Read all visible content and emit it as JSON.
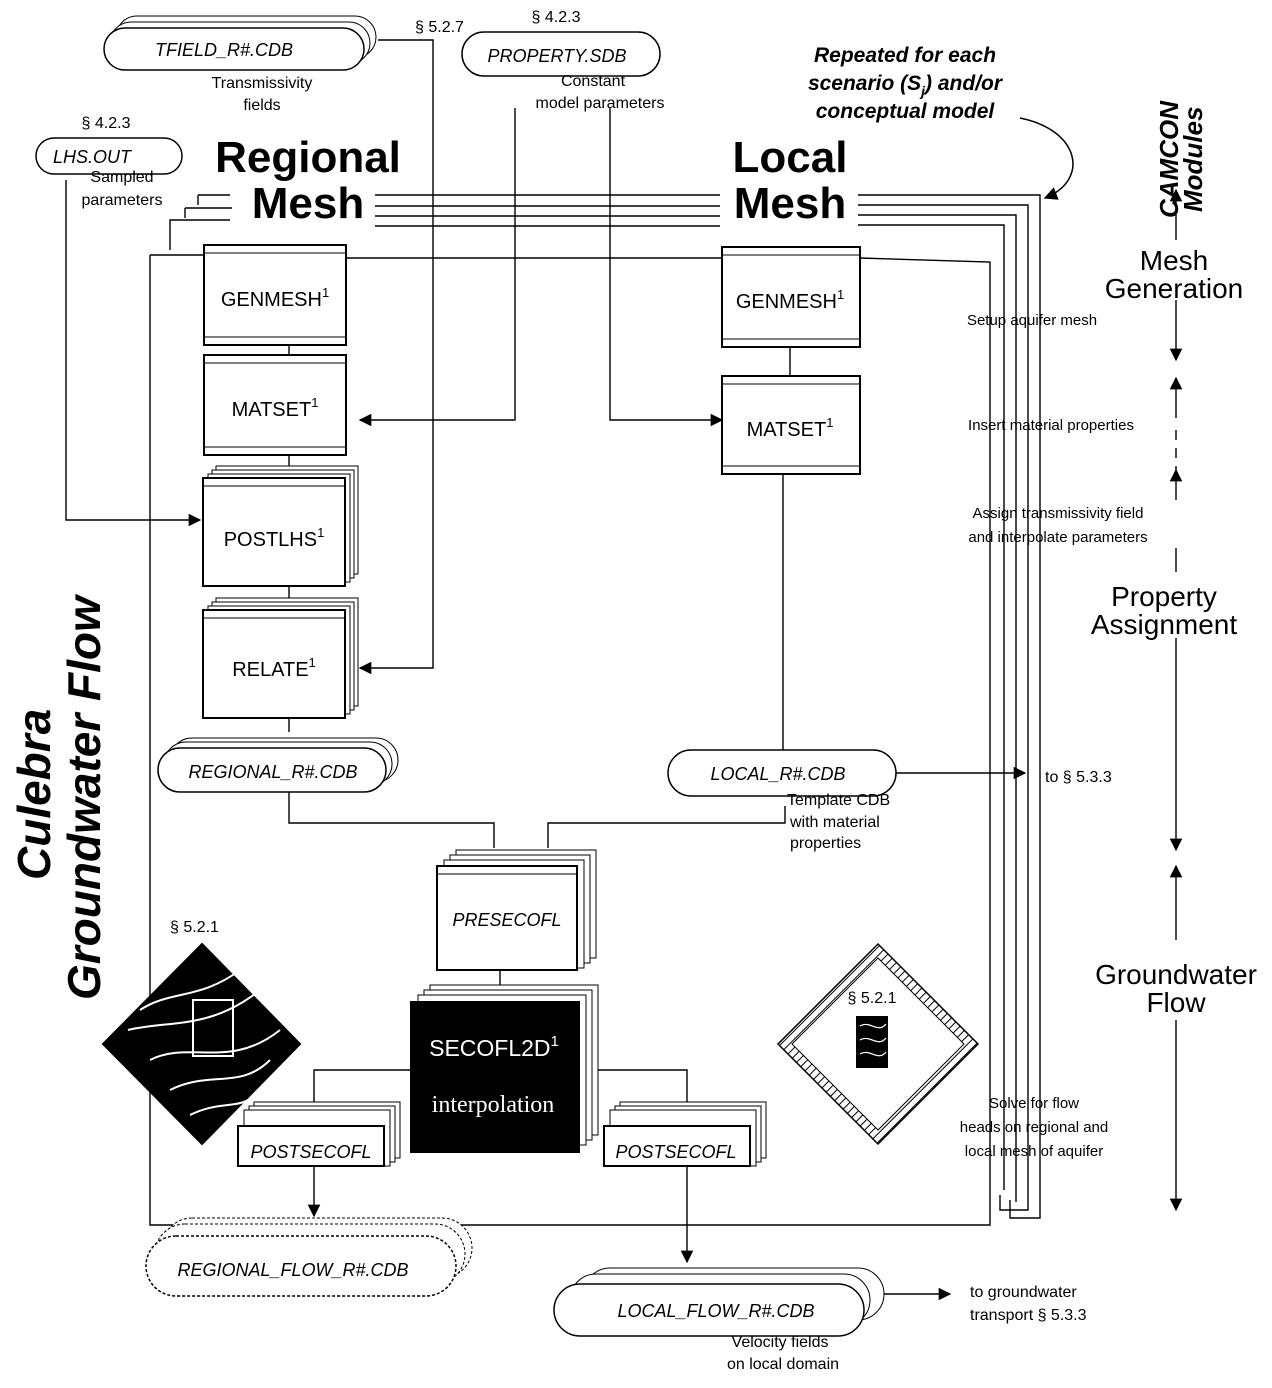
{
  "headings": {
    "regional": [
      "Regional",
      "Mesh"
    ],
    "local": [
      "Local",
      "Mesh"
    ],
    "side_title": [
      "Culebra",
      "Groundwater  Flow"
    ],
    "camcon": [
      "CAMCON",
      "Modules"
    ]
  },
  "repeated_note": [
    "Repeated for each",
    "scenario (S",
    "j",
    ") and/or",
    "conceptual model"
  ],
  "inputs": {
    "tfield": {
      "label": "TFIELD_R#.CDB",
      "section": "§ 5.2.7",
      "desc": [
        "Transmissivity",
        "fields"
      ]
    },
    "property": {
      "label": "PROPERTY.SDB",
      "section": "§ 4.2.3",
      "desc": [
        "Constant",
        "model parameters"
      ]
    },
    "lhs": {
      "label": "LHS.OUT",
      "section": "§ 4.2.3",
      "desc": [
        "Sampled",
        "parameters"
      ]
    }
  },
  "regional_modules": {
    "genmesh": "GENMESH",
    "matset": "MATSET",
    "postlhs": "POSTLHS",
    "relate": "RELATE",
    "sup": "1"
  },
  "local_modules": {
    "genmesh": "GENMESH",
    "matset": "MATSET"
  },
  "databases": {
    "regional": "REGIONAL_R#.CDB",
    "local": "LOCAL_R#.CDB",
    "local_desc": [
      "Template CDB",
      "with material",
      "properties"
    ],
    "local_to": "to § 5.3.3",
    "regional_flow": "REGIONAL_FLOW_R#.CDB",
    "local_flow": "LOCAL_FLOW_R#.CDB",
    "local_flow_desc": [
      "Velocity fields",
      "on local domain"
    ],
    "local_flow_to": [
      "to groundwater",
      "transport § 5.3.3"
    ]
  },
  "flow_modules": {
    "presecofl": "PRESECOFL",
    "secofl": "SECOFL2D",
    "secofl_sup": "1",
    "interp": "interpolation",
    "post_left": "POSTSECOFL",
    "post_right": "POSTSECOFL"
  },
  "maps": {
    "left_section": "§ 5.2.1",
    "right_section": "§ 5.2.1"
  },
  "steps": {
    "setup": "Setup aquifer mesh",
    "insert": "Insert material properties",
    "assign": [
      "Assign transmissivity field",
      "and interpolate parameters"
    ],
    "solve": [
      "Solve for flow",
      "heads on regional and",
      "local mesh of aquifer"
    ]
  },
  "phases": {
    "mesh": [
      "Mesh",
      "Generation"
    ],
    "property": [
      "Property",
      "Assignment"
    ],
    "flow": [
      "Groundwater",
      "Flow"
    ]
  }
}
